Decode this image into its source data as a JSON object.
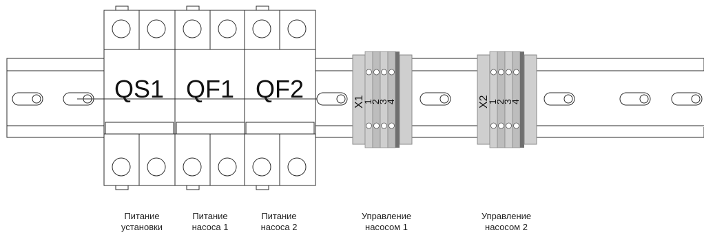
{
  "colors": {
    "line": "#2b2b2b",
    "breaker_fill": "#ffffff",
    "terminal_fill": "#cfcfcf",
    "terminal_mid": "#bdbdbd",
    "terminal_dark": "#6f6f6f",
    "label_text": "#111111",
    "caption_text": "#222222"
  },
  "breakers": [
    {
      "id": "QS1"
    },
    {
      "id": "QF1"
    },
    {
      "id": "QF2"
    }
  ],
  "terminal_blocks": [
    {
      "id": "X1",
      "numbers": [
        "1",
        "2",
        "3",
        "4"
      ]
    },
    {
      "id": "X2",
      "numbers": [
        "1",
        "2",
        "3",
        "4"
      ]
    }
  ],
  "captions": [
    {
      "line1": "Питание",
      "line2": "установки"
    },
    {
      "line1": "Питание",
      "line2": "насоса 1"
    },
    {
      "line1": "Питание",
      "line2": "насоса 2"
    },
    {
      "line1": "Управление",
      "line2": "насосом 1"
    },
    {
      "line1": "Управление",
      "line2": "насосом 2"
    }
  ]
}
